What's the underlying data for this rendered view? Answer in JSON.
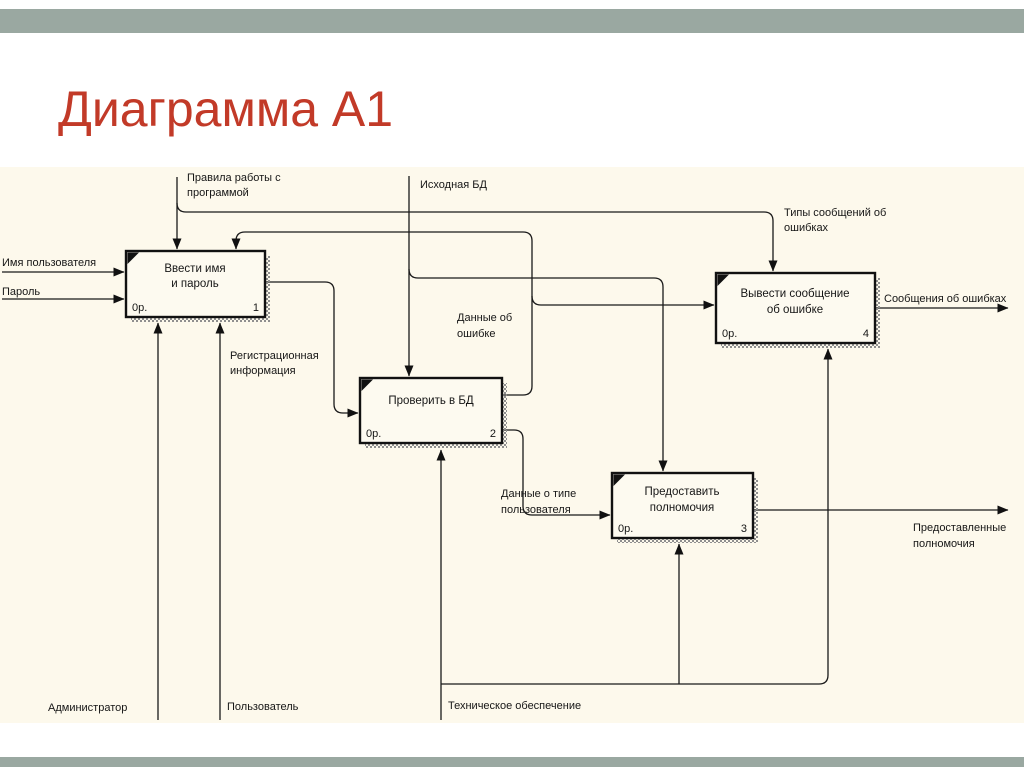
{
  "slide": {
    "title": "Диаграмма А1",
    "colors": {
      "accent_bar": "#9aa8a1",
      "title_text": "#c23a28",
      "diagram_background": "#fdf9ec",
      "diagram_lines": "#1a1a1a"
    }
  },
  "diagram": {
    "activities": [
      {
        "number": "1",
        "cost": "0р.",
        "title_line1": "Ввести имя",
        "title_line2": "и пароль"
      },
      {
        "number": "2",
        "cost": "0р.",
        "title_line1": "Проверить в БД",
        "title_line2": ""
      },
      {
        "number": "3",
        "cost": "0р.",
        "title_line1": "Предоставить",
        "title_line2": "полномочия"
      },
      {
        "number": "4",
        "cost": "0р.",
        "title_line1": "Вывести сообщение",
        "title_line2": "об ошибке"
      }
    ],
    "labels": {
      "rules_line1": "Правила работы с",
      "rules_line2": "программой",
      "source_db": "Исходная БД",
      "error_types_line1": "Типы сообщений об",
      "error_types_line2": "ошибках",
      "username": "Имя пользователя",
      "password": "Пароль",
      "registration_line1": "Регистрационная",
      "registration_line2": "информация",
      "error_data_line1": "Данные об",
      "error_data_line2": "ошибке",
      "user_type_line1": "Данные о типе",
      "user_type_line2": "пользователя",
      "error_messages_out": "Сообщения об ошибках",
      "granted_line1": "Предоставленные",
      "granted_line2": "полномочия",
      "administrator": "Администратор",
      "user": "Пользователь",
      "technical_support": "Техническое обеспечение"
    }
  }
}
